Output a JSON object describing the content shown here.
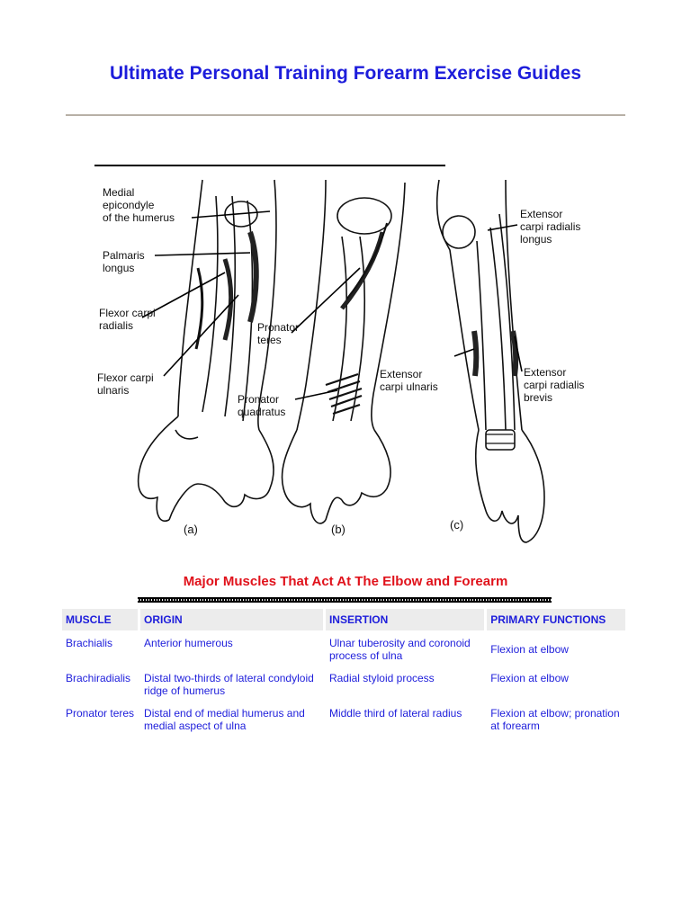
{
  "header": {
    "title": "Ultimate Personal Training Forearm Exercise Guides"
  },
  "figure": {
    "labels": {
      "medial_epicondyle": [
        "Medial",
        "epicondyle",
        "of the humerus"
      ],
      "palmaris_longus": [
        "Palmaris",
        "longus"
      ],
      "flexor_carpi_radialis": [
        "Flexor carpi",
        "radialis"
      ],
      "flexor_carpi_ulnaris": [
        "Flexor carpi",
        "ulnaris"
      ],
      "pronator_teres": [
        "Pronator",
        "teres"
      ],
      "pronator_quadratus": [
        "Pronator",
        "quadratus"
      ],
      "extensor_carpi_radialis_longus": [
        "Extensor",
        "carpi radialis",
        "longus"
      ],
      "extensor_carpi_ulnaris": [
        "Extensor",
        "carpi ulnaris"
      ],
      "extensor_carpi_radialis_brevis": [
        "Extensor",
        "carpi radialis",
        "brevis"
      ]
    },
    "panels": [
      "(a)",
      "(b)",
      "(c)"
    ]
  },
  "section": {
    "subtitle": "Major Muscles That Act At The Elbow and Forearm"
  },
  "table": {
    "headers": [
      "MUSCLE",
      "ORIGIN",
      "INSERTION",
      "PRIMARY FUNCTIONS"
    ],
    "rows": [
      {
        "muscle": "Brachialis",
        "origin": "Anterior humerous",
        "insertion": "Ulnar tuberosity and coronoid process of ulna",
        "functions": "Flexion at elbow"
      },
      {
        "muscle": "Brachiradialis",
        "origin": "Distal two-thirds of lateral condyloid ridge of humerus",
        "insertion": "Radial styloid process",
        "functions": "Flexion at elbow"
      },
      {
        "muscle": "Pronator teres",
        "origin": "Distal end of medial humerus and medial aspect of ulna",
        "insertion": "Middle third of lateral radius",
        "functions": "Flexion at elbow; pronation at forearm"
      }
    ]
  },
  "colors": {
    "title": "#1d1ddb",
    "subtitle": "#e0121b",
    "table_text": "#1d1ddb",
    "header_bg": "#ececec",
    "rule": "#b8b0a6"
  }
}
